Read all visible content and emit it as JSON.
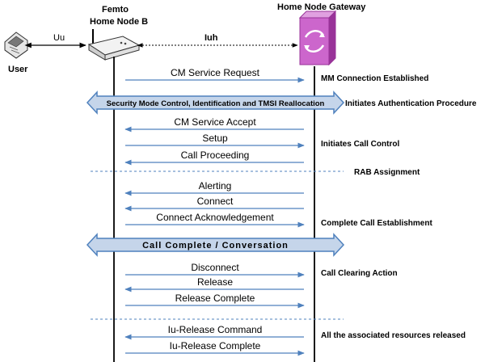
{
  "nodes": {
    "user": "User",
    "femto_line1": "Femto",
    "femto_line2": "Home Node B",
    "gateway": "Home Node Gateway"
  },
  "links": {
    "uu": "Uu",
    "iuh": "Iuh"
  },
  "messages": [
    {
      "label": "CM Service Request",
      "dir": "right",
      "note": "MM Connection Established"
    },
    {
      "label": "CM Service Accept",
      "dir": "left",
      "note": ""
    },
    {
      "label": "Setup",
      "dir": "right",
      "note": "Initiates Call Control"
    },
    {
      "label": "Call Proceeding",
      "dir": "left",
      "note": ""
    },
    {
      "label": "Alerting",
      "dir": "left",
      "note": ""
    },
    {
      "label": "Connect",
      "dir": "left",
      "note": ""
    },
    {
      "label": "Connect Acknowledgement",
      "dir": "right",
      "note": "Complete Call Establishment"
    },
    {
      "label": "Disconnect",
      "dir": "right",
      "note": "Call Clearing Action"
    },
    {
      "label": "Release",
      "dir": "left",
      "note": ""
    },
    {
      "label": "Release Complete",
      "dir": "right",
      "note": ""
    },
    {
      "label": "Iu-Release Command",
      "dir": "left",
      "note": "All the associated resources released"
    },
    {
      "label": "Iu-Release Complete",
      "dir": "right",
      "note": ""
    }
  ],
  "banners": [
    {
      "label": "Security Mode Control, Identification and TMSI Reallocation",
      "note": "Initiates Authentication Procedure"
    },
    {
      "label": "Call Complete  /  Conversation",
      "note": ""
    }
  ],
  "separators": [
    {
      "note": "RAB Assignment"
    },
    {
      "note": ""
    }
  ],
  "colors": {
    "arrow": "#4f81bd",
    "banner_fill": "#c5d5ea",
    "banner_stroke": "#4f81bd",
    "iuh_text": "#8b1a1a",
    "gateway_fill": "#cc66cc",
    "gateway_dark": "#993399"
  },
  "icons": {
    "user": "mobile-phone-icon",
    "femto": "femto-access-point-icon",
    "gateway": "gateway-server-icon"
  }
}
